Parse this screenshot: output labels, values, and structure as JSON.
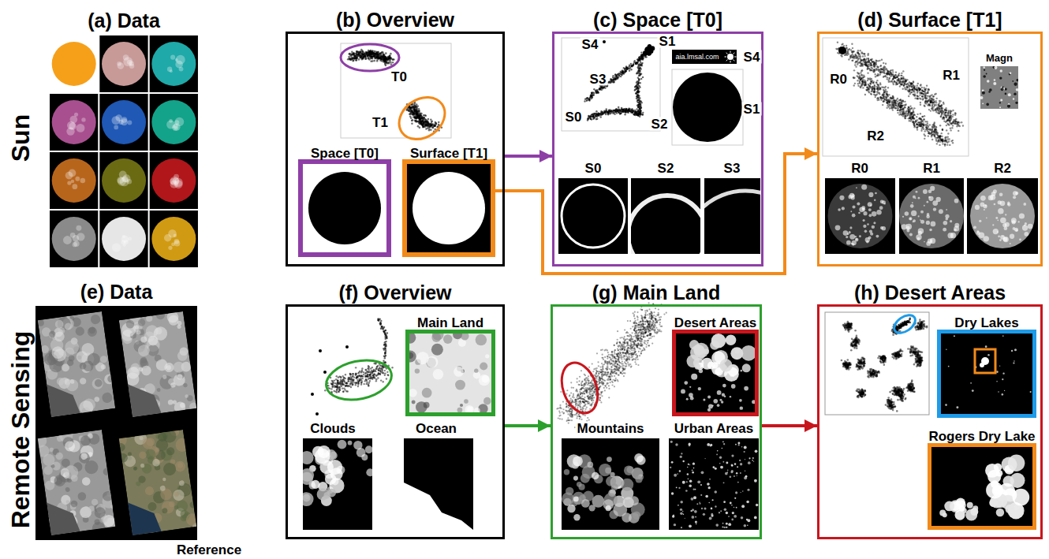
{
  "diagram": {
    "nodes": [
      {
        "text": [
          "(a) Data"
        ]
      },
      {
        "text": [
          "(b) Overview"
        ]
      },
      {
        "text": [
          "Space [T0]"
        ],
        "in": 1
      },
      {
        "text": [
          "Surface [T1]"
        ],
        "in": 1
      },
      {
        "text": [
          "(c) Space [T0]"
        ]
      },
      {
        "text": [
          "(d) Surface [T1]"
        ]
      },
      {
        "text": [
          "(e) Data"
        ]
      },
      {
        "text": [
          "(f) Overview"
        ]
      },
      {
        "text": [
          "Main Land"
        ],
        "in": 7
      },
      {
        "text": [
          "(g) Main Land"
        ]
      },
      {
        "text": [
          "Desert Areas"
        ],
        "in": 9
      },
      {
        "text": [
          "(h) Desert Areas"
        ]
      },
      {
        "text": [
          "Dry Lakes"
        ],
        "in": 11
      },
      {
        "text": [
          "Rogers Dry Lake"
        ],
        "in": 11
      }
    ],
    "edges": [
      {
        "from": 1,
        "to": 4,
        "arrow": "to"
      },
      {
        "from": 3,
        "to": 5,
        "arrow": "to"
      },
      {
        "from": 7,
        "to": 9,
        "arrow": "to"
      },
      {
        "from": 9,
        "to": 11,
        "arrow": "to"
      }
    ],
    "labels": [
      "Sun",
      "Remote Sensing",
      "T0",
      "T1",
      "S4",
      "S1",
      "S3",
      "S0",
      "S2",
      "aia.lmsal.com",
      "S4",
      "S1",
      "S0",
      "S2",
      "S3",
      "R1",
      "R0",
      "R2",
      "Magn",
      "R0",
      "R1",
      "R2",
      "Reference",
      "Clouds",
      "Ocean",
      "Mountains",
      "Urban Areas"
    ]
  }
}
